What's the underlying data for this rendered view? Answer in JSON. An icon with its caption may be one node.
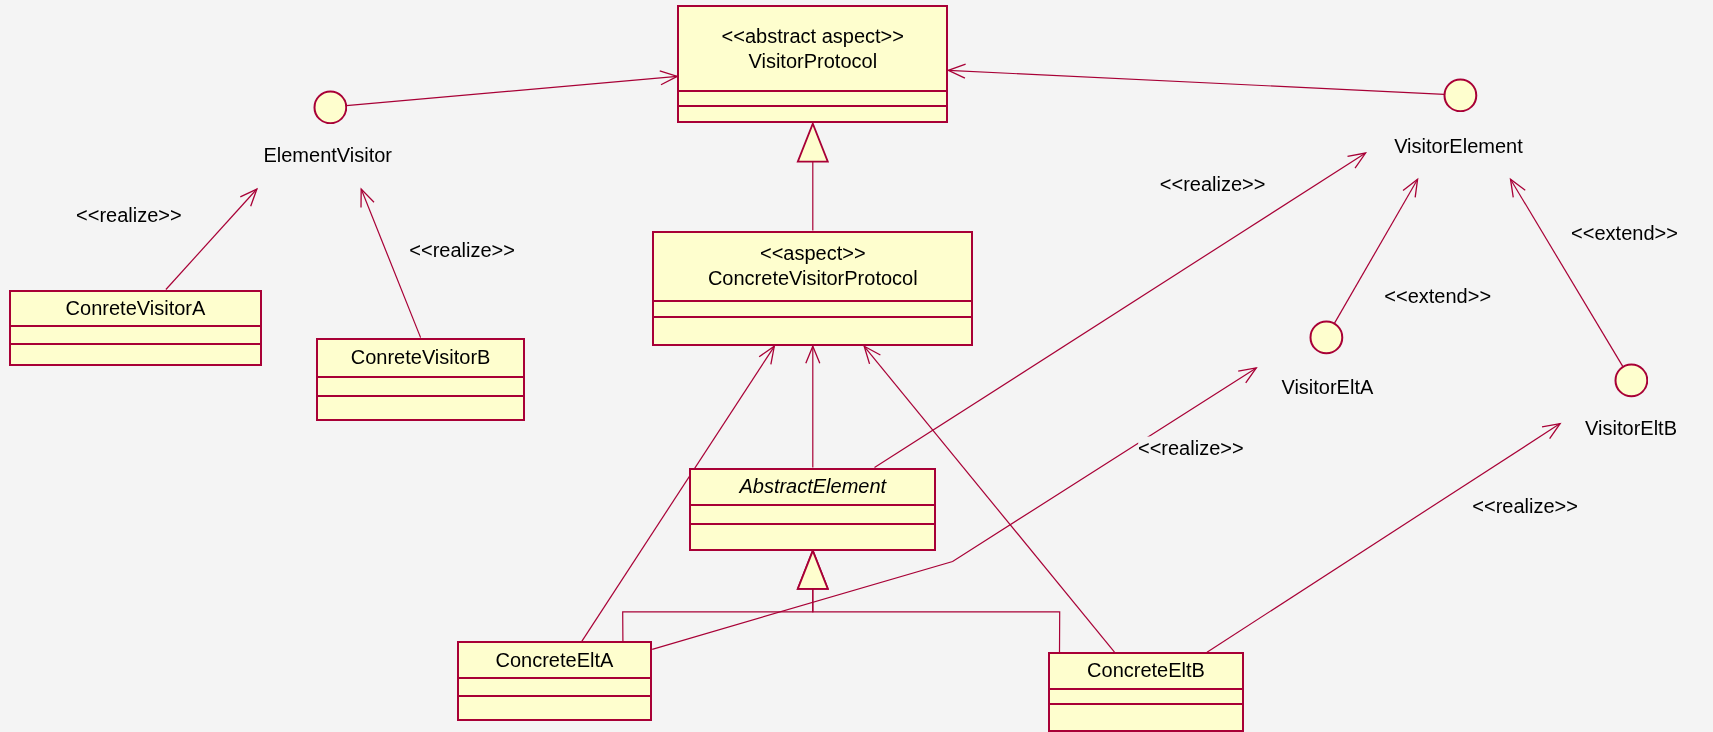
{
  "diagram": {
    "nodes": [
      {
        "text": [
          "<<abstract aspect>>",
          "VisitorProtocol"
        ]
      },
      {
        "text": [
          "ElementVisitor"
        ]
      },
      {
        "text": [
          "VisitorElement"
        ]
      },
      {
        "text": [
          "ConreteVisitorA"
        ]
      },
      {
        "text": [
          "ConreteVisitorB"
        ]
      },
      {
        "text": [
          "<<aspect>>",
          "ConcreteVisitorProtocol"
        ]
      },
      {
        "text": [
          "VisitorEltA"
        ]
      },
      {
        "text": [
          "VisitorEltB"
        ]
      },
      {
        "text": [
          "AbstractElement"
        ]
      },
      {
        "text": [
          "ConcreteEltA"
        ]
      },
      {
        "text": [
          "ConcreteEltB"
        ]
      }
    ],
    "edges": [
      {
        "from": 1,
        "to": 0,
        "arrow": "to"
      },
      {
        "from": 2,
        "to": 0,
        "arrow": "to"
      },
      {
        "from": 3,
        "to": 1,
        "arrow": "to",
        "label": "<<realize>>"
      },
      {
        "from": 4,
        "to": 1,
        "arrow": "to",
        "label": "<<realize>>"
      },
      {
        "from": 5,
        "to": 0,
        "arrow": "to"
      },
      {
        "from": 8,
        "to": 2,
        "arrow": "to",
        "label": "<<realize>>"
      },
      {
        "from": 6,
        "to": 2,
        "arrow": "to",
        "label": "<<extend>>"
      },
      {
        "from": 7,
        "to": 2,
        "arrow": "to",
        "label": "<<extend>>"
      },
      {
        "from": 9,
        "to": 5,
        "arrow": "to"
      },
      {
        "from": 8,
        "to": 5,
        "arrow": "to"
      },
      {
        "from": 10,
        "to": 5,
        "arrow": "to"
      },
      {
        "from": 9,
        "to": 6,
        "arrow": "to",
        "label": "<<realize>>"
      },
      {
        "from": 9,
        "to": 8,
        "arrow": "to"
      },
      {
        "from": 10,
        "to": 8,
        "arrow": "to"
      },
      {
        "from": 10,
        "to": 7,
        "arrow": "to",
        "label": "<<realize>>"
      }
    ]
  }
}
